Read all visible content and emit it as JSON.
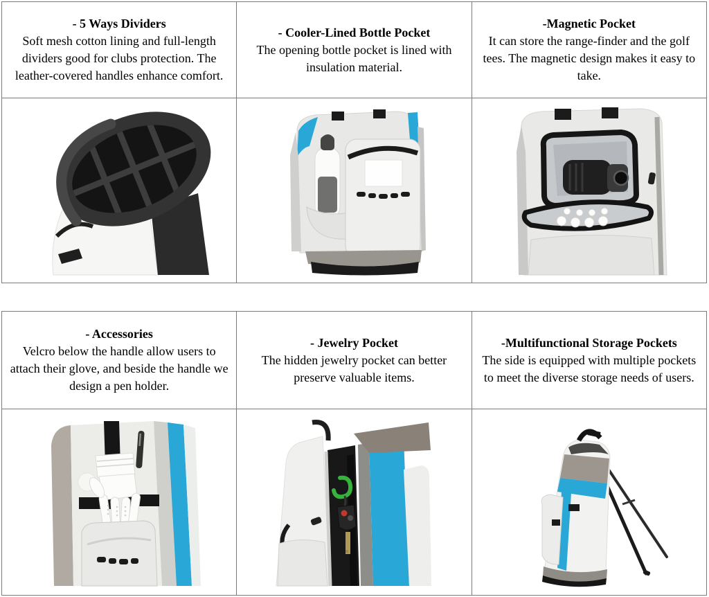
{
  "page": {
    "background": "#ffffff",
    "table_border_color": "#7b7b7b"
  },
  "colors": {
    "accent_blue": "#29a7d6",
    "taupe_gray": "#8f8880",
    "bag_light_gray": "#e9e9e7",
    "bag_white": "#f4f4f2",
    "black_trim": "#1b1b1b"
  },
  "tables": [
    {
      "name": "features-top",
      "cells": [
        {
          "title": "- 5 Ways Dividers",
          "description": "Soft mesh cotton lining and full-length dividers good for clubs protection. The leather-covered handles enhance comfort.",
          "image": "golf-bag-top-view-with-club-dividers"
        },
        {
          "title": "- Cooler-Lined Bottle Pocket",
          "description": "The opening bottle pocket is lined with insulation material.",
          "image": "golf-bag-side-bottle-pocket-with-water-bottle"
        },
        {
          "title": "-Magnetic Pocket",
          "description": "It can store the range-finder and the golf tees. The magnetic design makes it easy to take.",
          "image": "golf-bag-open-magnetic-pocket-with-rangefinder-and-golf-balls"
        }
      ]
    },
    {
      "name": "features-bottom",
      "cells": [
        {
          "title": "- Accessories",
          "description": "Velcro below the handle allow users to attach their glove, and beside the handle we design a pen holder.",
          "image": "golf-bag-front-with-glove-and-pen-holder"
        },
        {
          "title": "- Jewelry Pocket",
          "description": "The hidden jewelry pocket can better preserve valuable items.",
          "image": "golf-bag-hidden-jewelry-pocket-with-carabiner-and-car-key"
        },
        {
          "title": "-Multifunctional Storage Pockets",
          "description": "The side is equipped with multiple pockets to meet the diverse storage needs of users.",
          "image": "golf-stand-bag-full-view-on-stand-legs"
        }
      ]
    }
  ]
}
